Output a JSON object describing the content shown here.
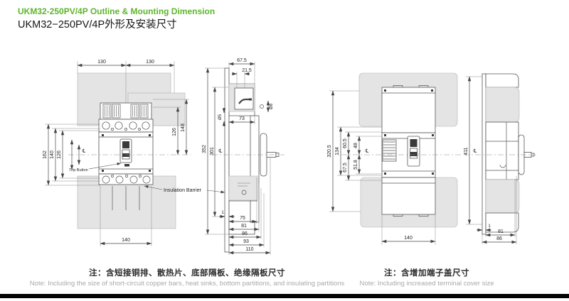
{
  "header": {
    "title_en": "UKM32-250PV/4P Outline & Mounting Dimension",
    "title_zh": "UKM32−250PV/4P外形及安装尺寸"
  },
  "colors": {
    "accent_green": "#5eb52c",
    "drawing_line": "#555555",
    "shade_fill": "#e4e4e4",
    "note_gray": "#a9a9a9",
    "footer_bar": "#040404"
  },
  "front_view": {
    "dim_top_left": "130",
    "dim_top_right": "130",
    "dim_right_inner": "126",
    "dim_right_outer": "148",
    "dim_left_outer": "162",
    "dim_left_mid": "140",
    "dim_left_inner": "126",
    "dim_bottom_width": "140",
    "label_trip_button": "Trip Button",
    "label_insulation_barrier": "Insulation Barrier",
    "centerline_symbol": "℄"
  },
  "side_view": {
    "dim_depth_total": "67.5",
    "dim_handle_offset": "21.5",
    "dim_height_total": "352",
    "dim_height_body": "301",
    "dim_depth_body": "73",
    "dim_hole_small": "Ø5",
    "dim_hole_large": "Ø8",
    "dim_plate_gap": "1",
    "dim_w75": "75",
    "dim_w81": "81",
    "dim_w86": "86",
    "dim_w93": "93",
    "dim_w110": "110",
    "centerline_symbol": "℄"
  },
  "cover_front_view": {
    "dim_height_total": "320.5",
    "dim_height_mid": "134",
    "dim_h60_5": "60.5",
    "dim_h48": "48",
    "dim_h67_5": "67.5",
    "dim_h51_8": "51.8",
    "dim_bottom_width": "140",
    "centerline_symbol": "℄"
  },
  "cover_side_view": {
    "dim_height_total": "411",
    "dim_plate_gap": "1",
    "dim_w81": "81",
    "dim_w86": "86",
    "centerline_symbol": "℄"
  },
  "notes": {
    "left_zh": "注：含短接铜排、散热片、底部隔板、绝缘隔板尺寸",
    "left_en": "Note: Including the size of short-circuit copper bars, heat sinks, bottom partitions, and insulating partitions",
    "right_zh": "注：含增加端子盖尺寸",
    "right_en": "Note: Including increased terminal cover size"
  }
}
